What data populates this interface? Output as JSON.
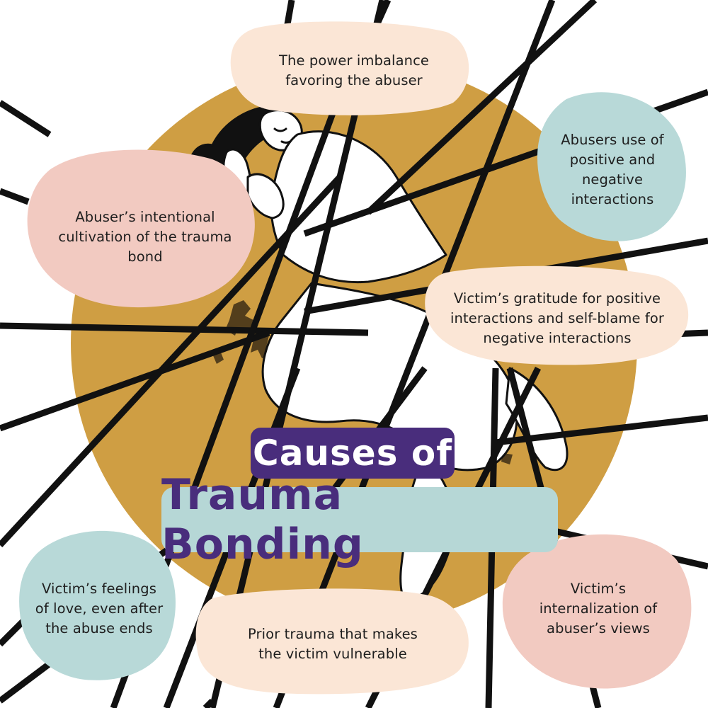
{
  "title": {
    "line1": "Causes of",
    "line2": "Trauma Bonding"
  },
  "colors": {
    "circle": "#cf9e43",
    "peach": "#fbe6d6",
    "pink": "#f2cac1",
    "teal": "#b8d9d8",
    "title_top_bg": "#492d7c",
    "title_bottom_bg": "#b6d7d6",
    "title_bottom_text": "#492d7c",
    "lines": "#111111"
  },
  "causes": [
    {
      "id": "power",
      "text": "The power imbalance\nfavoring the abuser",
      "color": "peach"
    },
    {
      "id": "positive-negative",
      "text": "Abusers use of\npositive and\nnegative\ninteractions",
      "color": "teal"
    },
    {
      "id": "cultivation",
      "text": "Abuser’s intentional\ncultivation of the trauma\nbond",
      "color": "pink"
    },
    {
      "id": "gratitude",
      "text": "Victim’s gratitude for positive\ninteractions and self-blame for\nnegative interactions",
      "color": "peach"
    },
    {
      "id": "love",
      "text": "Victim’s feelings\nof love, even after\nthe abuse ends",
      "color": "teal"
    },
    {
      "id": "prior-trauma",
      "text": "Prior trauma that makes\nthe victim vulnerable",
      "color": "peach"
    },
    {
      "id": "internalization",
      "text": "Victim’s\ninternalization of\nabuser’s views",
      "color": "pink"
    }
  ],
  "illustration": {
    "subject": "woman-curled-up",
    "style": "line-art"
  }
}
